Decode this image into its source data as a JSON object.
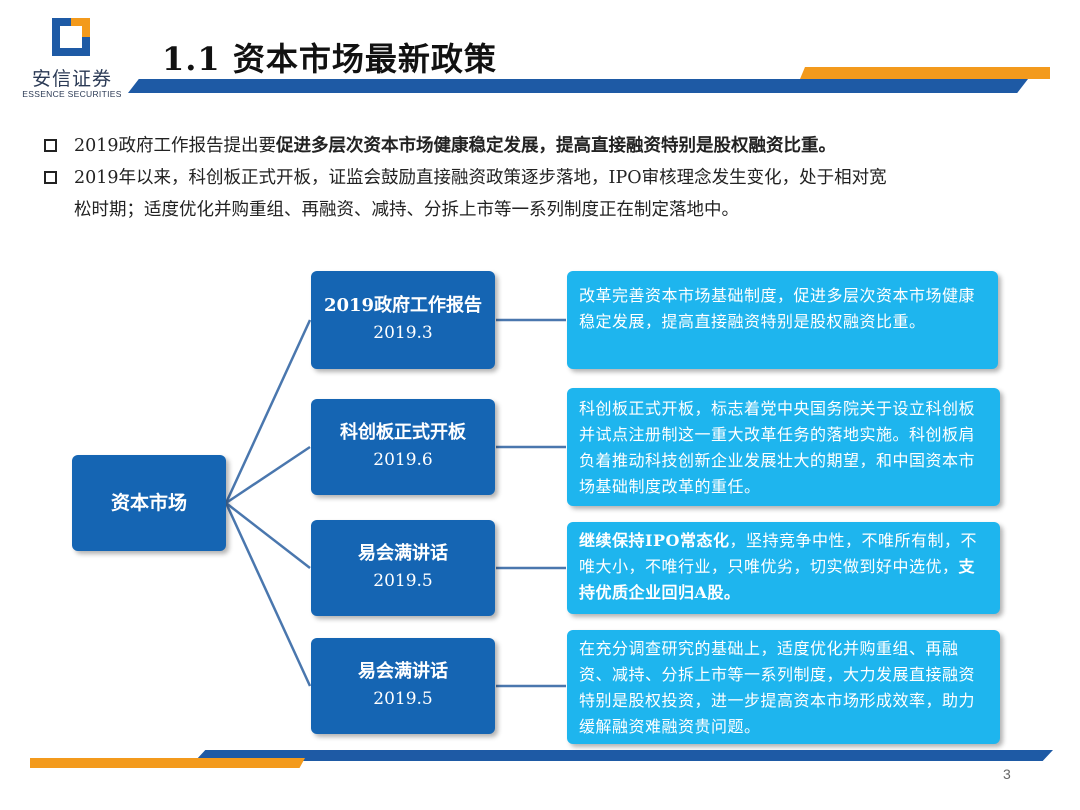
{
  "logo": {
    "cn": "安信证券",
    "en": "ESSENCE SECURITIES",
    "colors": {
      "blue": "#1e5aa5",
      "orange": "#f39a1c"
    }
  },
  "title": "1.1 资本市场最新政策",
  "bullets": [
    {
      "plain": "2019政府工作报告提出要",
      "bold": "促进多层次资本市场健康稳定发展，提高直接融资特别是股权融资比重。"
    },
    {
      "line1": "2019年以来，科创板正式开板，证监会鼓励直接融资政策逐步落地，IPO审核理念发生变化，处于相对宽",
      "line2": "松时期；适度优化并购重组、再融资、减持、分拆上市等一系列制度正在制定落地中。"
    }
  ],
  "diagram": {
    "root": "资本市场",
    "nodes": [
      {
        "label": "2019政府工作报告",
        "date": "2019.3"
      },
      {
        "label": "科创板正式开板",
        "date": "2019.6"
      },
      {
        "label": "易会满讲话",
        "date": "2019.5"
      },
      {
        "label": "易会满讲话",
        "date": "2019.5"
      }
    ],
    "descriptions": {
      "d1": "改革完善资本市场基础制度，促进多层次资本市场健康稳定发展，提高直接融资特别是股权融资比重。",
      "d2": "科创板正式开板，标志着党中央国务院关于设立科创板并试点注册制这一重大改革任务的落地实施。科创板肩负着推动科技创新企业发展壮大的期望，和中国资本市场基础制度改革的重任。",
      "d3_bold1": "继续保持IPO常态化",
      "d3_plain1": "，坚持竞争中性，不唯所有制，不唯大小，不唯行业，只唯优劣，切实做到好中选优，",
      "d3_bold2": "支持优质企业回归A股。",
      "d4": "在充分调查研究的基础上，适度优化并购重组、再融资、减持、分拆上市等一系列制度，大力发展直接融资特别是股权投资，进一步提高资本市场形成效率，助力缓解融资难融资贵问题。"
    },
    "colors": {
      "node": "#1565b3",
      "desc": "#1eb5ee",
      "line": "#4a77ae"
    }
  },
  "page_number": "3"
}
